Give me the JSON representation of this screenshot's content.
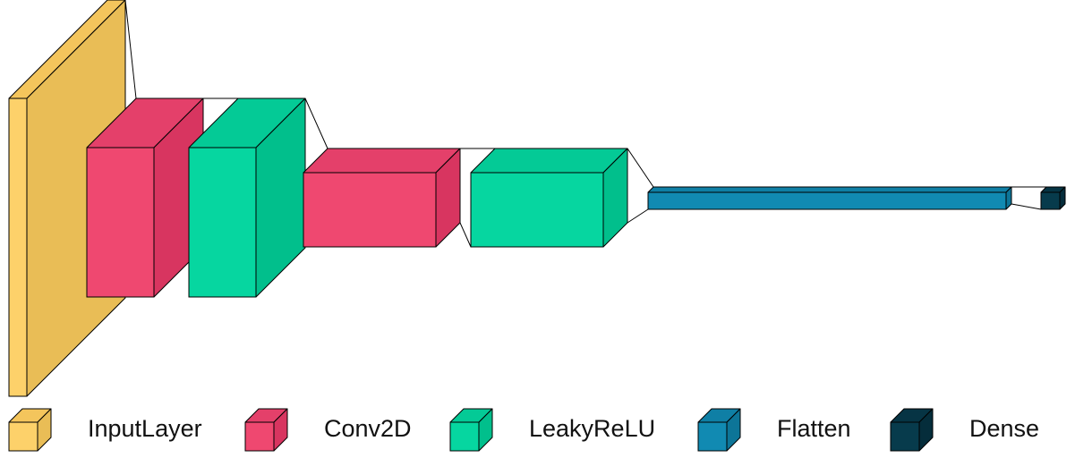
{
  "colors": {
    "InputLayer": {
      "front": "#fdd16a",
      "top": "#f4c55c",
      "side": "#e9bd56"
    },
    "Conv2D": {
      "front": "#ef4870",
      "top": "#e4406a",
      "side": "#d83560"
    },
    "LeakyReLU": {
      "front": "#06d6a0",
      "top": "#04ca96",
      "side": "#01bf8c"
    },
    "Flatten": {
      "front": "#118ab2",
      "top": "#0f7fa5",
      "side": "#0d7598"
    },
    "Dense": {
      "front": "#073b4c",
      "top": "#063444",
      "side": "#052d3b"
    }
  },
  "layers": [
    {
      "type": "InputLayer"
    },
    {
      "type": "Conv2D"
    },
    {
      "type": "LeakyReLU"
    },
    {
      "type": "Conv2D"
    },
    {
      "type": "LeakyReLU"
    },
    {
      "type": "Flatten"
    },
    {
      "type": "Dense"
    }
  ],
  "legend": [
    {
      "label": "InputLayer",
      "type": "InputLayer"
    },
    {
      "label": "Conv2D",
      "type": "Conv2D"
    },
    {
      "label": "LeakyReLU",
      "type": "LeakyReLU"
    },
    {
      "label": "Flatten",
      "type": "Flatten"
    },
    {
      "label": "Dense",
      "type": "Dense"
    }
  ]
}
